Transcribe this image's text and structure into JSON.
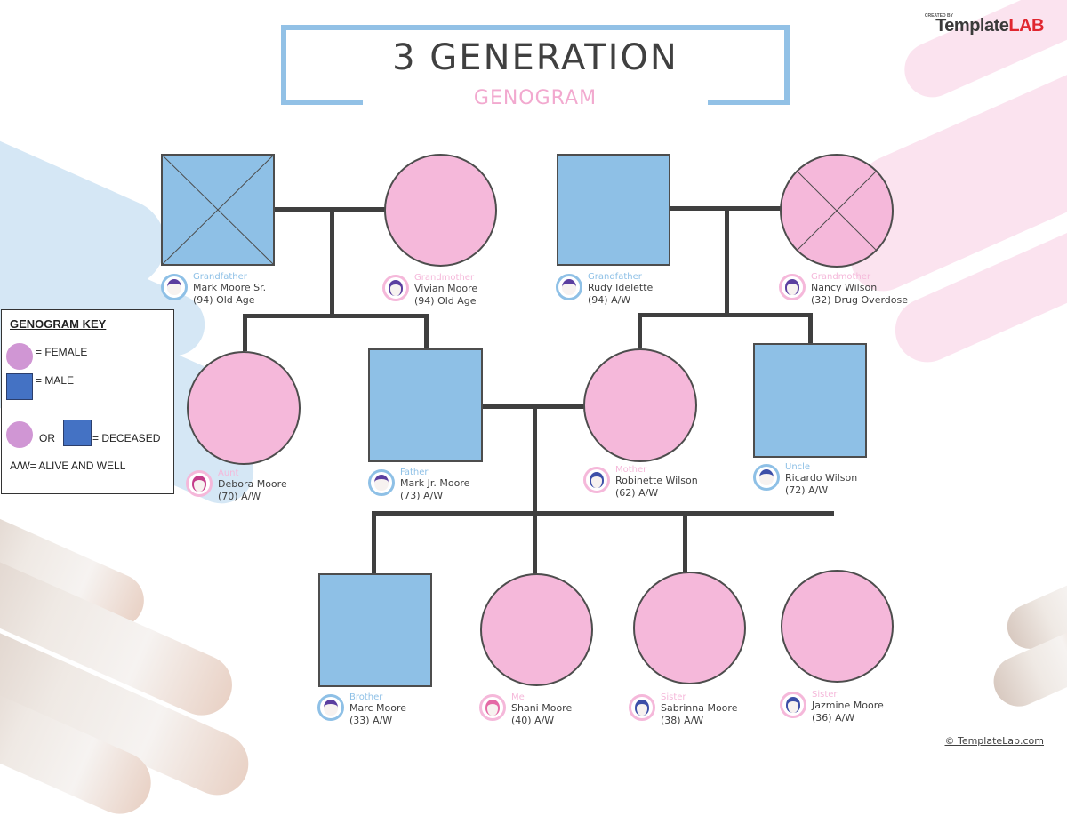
{
  "title": {
    "main": "3 GENERATION",
    "subtitle": "GENOGRAM"
  },
  "logo": {
    "created_by": "CREATED BY",
    "brand_part1": "Template",
    "brand_part2": "LAB"
  },
  "colors": {
    "male": "#8ec0e6",
    "female": "#f5b8da",
    "line": "#3f3f3f",
    "frame": "#92c1e6",
    "key_female": "#d096d4",
    "key_male": "#4472c4",
    "logo_accent": "#e0262f"
  },
  "key": {
    "title": "GENOGRAM KEY",
    "female": "= FEMALE",
    "male": "= MALE",
    "or": "OR",
    "deceased": "= DECEASED",
    "aw": "A/W= ALIVE AND WELL"
  },
  "people": {
    "gf_paternal": {
      "role": "Grandfather",
      "name": "Mark Moore Sr.",
      "status": "(94) Old Age",
      "sex": "male",
      "deceased": true
    },
    "gm_paternal": {
      "role": "Grandmother",
      "name": "Vivian Moore",
      "status": "(94) Old Age",
      "sex": "female",
      "deceased": false
    },
    "gf_maternal": {
      "role": "Grandfather",
      "name": "Rudy Idelette",
      "status": "(94) A/W",
      "sex": "male",
      "deceased": false
    },
    "gm_maternal": {
      "role": "Grandmother",
      "name": "Nancy Wilson",
      "status": "(32) Drug Overdose",
      "sex": "female",
      "deceased": true
    },
    "aunt": {
      "role": "Aunt",
      "name": "Debora Moore",
      "status": "(70) A/W",
      "sex": "female"
    },
    "father": {
      "role": "Father",
      "name": "Mark Jr. Moore",
      "status": "(73) A/W",
      "sex": "male"
    },
    "mother": {
      "role": "Mother",
      "name": "Robinette Wilson",
      "status": "(62) A/W",
      "sex": "female"
    },
    "uncle": {
      "role": "Uncle",
      "name": "Ricardo Wilson",
      "status": "(72) A/W",
      "sex": "male"
    },
    "brother": {
      "role": "Brother",
      "name": "Marc Moore",
      "status": "(33) A/W",
      "sex": "male"
    },
    "me": {
      "role": "Me",
      "name": "Shani Moore",
      "status": "(40) A/W",
      "sex": "female"
    },
    "sister1": {
      "role": "Sister",
      "name": "Sabrinna Moore",
      "status": "(38) A/W",
      "sex": "female"
    },
    "sister2": {
      "role": "Sister",
      "name": "Jazmine Moore",
      "status": "(36) A/W",
      "sex": "female"
    }
  },
  "footer": "© TemplateLab.com"
}
